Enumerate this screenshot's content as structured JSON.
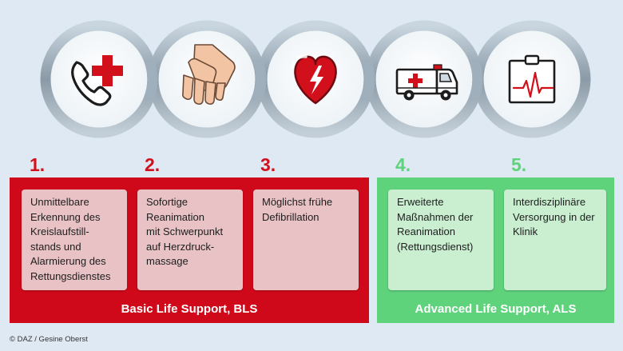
{
  "steps": [
    {
      "number": "1.",
      "text": "Unmittelbare\nErkennung des\nKreislaufstill-\nstands und\nAlarmierung des\nRettungsdienstes",
      "icon": "phone-cross-icon"
    },
    {
      "number": "2.",
      "text": "Sofortige\nReanimation\nmit Schwerpunkt\nauf Herzdruck-\nmassage",
      "icon": "chest-compression-hands-icon"
    },
    {
      "number": "3.",
      "text": "Möglichst frühe\nDefibrillation",
      "icon": "heart-defibrillation-icon"
    },
    {
      "number": "4.",
      "text": "Erweiterte\nMaßnahmen der\nReanimation\n(Rettungsdienst)",
      "icon": "ambulance-icon"
    },
    {
      "number": "5.",
      "text": "Interdisziplinäre\nVersorgung in der\nKlinik",
      "icon": "clinic-monitor-icon"
    }
  ],
  "bls": {
    "label": "Basic Life Support, BLS"
  },
  "als": {
    "label": "Advanced Life Support, ALS"
  },
  "credit": "© DAZ / Gesine Oberst",
  "colors": {
    "bls_red": "#d0091a",
    "als_green": "#5ed37c",
    "bls_card": "#e8c2c5",
    "als_card": "#c9eed0",
    "background": "#dfe9f3"
  }
}
